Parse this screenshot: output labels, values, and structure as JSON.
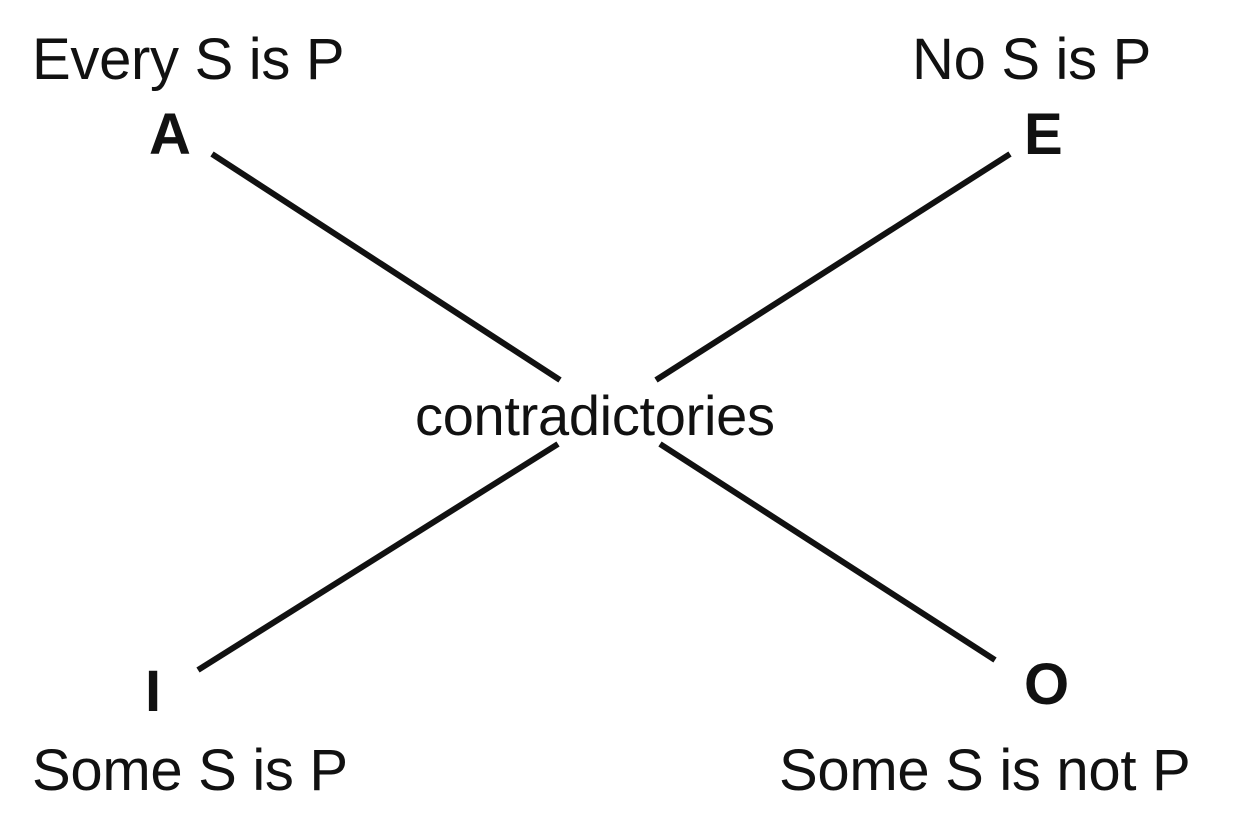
{
  "corners": {
    "a": {
      "letter": "A",
      "statement": "Every S is P"
    },
    "e": {
      "letter": "E",
      "statement": "No S is P"
    },
    "i": {
      "letter": "I",
      "statement": "Some S is P"
    },
    "o": {
      "letter": "O",
      "statement": "Some S is not P"
    }
  },
  "center": {
    "label": "contradictories"
  },
  "colors": {
    "ink": "#111111",
    "background": "#ffffff"
  }
}
